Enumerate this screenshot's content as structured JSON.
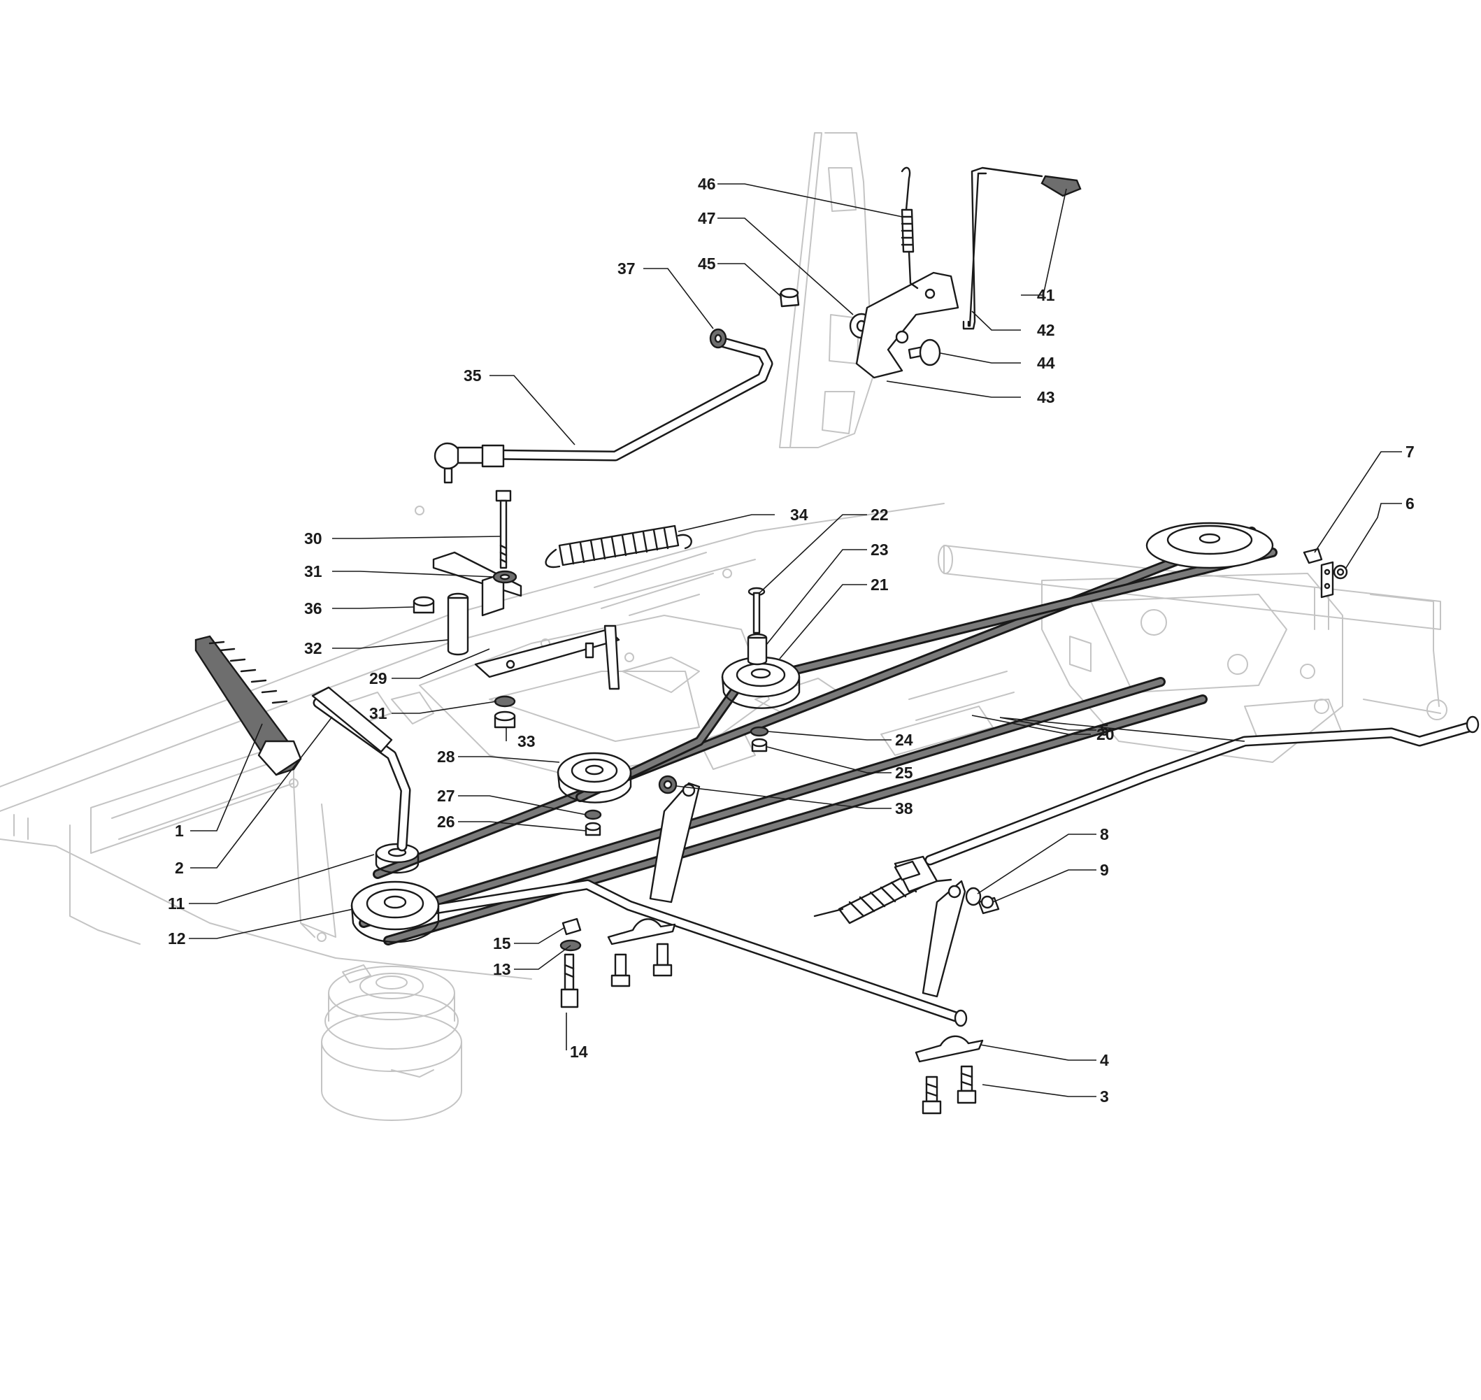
{
  "callouts": [
    {
      "n": "1"
    },
    {
      "n": "2"
    },
    {
      "n": "3"
    },
    {
      "n": "4"
    },
    {
      "n": "5"
    },
    {
      "n": "6"
    },
    {
      "n": "7"
    },
    {
      "n": "8"
    },
    {
      "n": "9"
    },
    {
      "n": "11"
    },
    {
      "n": "12"
    },
    {
      "n": "13"
    },
    {
      "n": "14"
    },
    {
      "n": "15"
    },
    {
      "n": "20"
    },
    {
      "n": "21"
    },
    {
      "n": "22"
    },
    {
      "n": "23"
    },
    {
      "n": "24"
    },
    {
      "n": "25"
    },
    {
      "n": "26"
    },
    {
      "n": "27"
    },
    {
      "n": "28"
    },
    {
      "n": "29"
    },
    {
      "n": "30"
    },
    {
      "n": "31"
    },
    {
      "n": "31"
    },
    {
      "n": "32"
    },
    {
      "n": "33"
    },
    {
      "n": "34"
    },
    {
      "n": "35"
    },
    {
      "n": "36"
    },
    {
      "n": "37"
    },
    {
      "n": "38"
    },
    {
      "n": "41"
    },
    {
      "n": "42"
    },
    {
      "n": "43"
    },
    {
      "n": "44"
    },
    {
      "n": "45"
    },
    {
      "n": "46"
    },
    {
      "n": "47"
    }
  ]
}
